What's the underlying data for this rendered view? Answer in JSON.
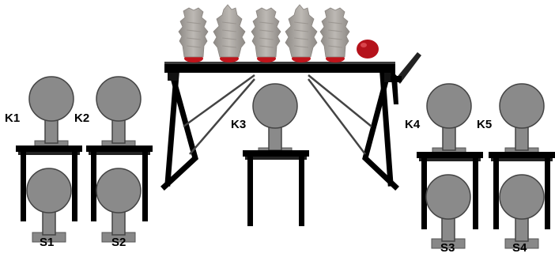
{
  "labels": {
    "k1": "K1",
    "k2": "K2",
    "k3": "K3",
    "k4": "K4",
    "k5": "K5",
    "s1": "S1",
    "s2": "S2",
    "s3": "S3",
    "s4": "S4"
  },
  "colors": {
    "head": "#8a8a8a",
    "head_outline": "#444444",
    "neck": "#8a8a8a",
    "base": "#888888",
    "table": "#000000",
    "bench_leg": "#000000",
    "target_figure": "#a39f9a",
    "target_base": "#c0141b",
    "ball": "#b5121b"
  },
  "icons": {
    "busts": "bust-icon",
    "tables": "table-icon",
    "bench": "target-bench",
    "figures": "target-figure",
    "ball": "red-ball"
  }
}
